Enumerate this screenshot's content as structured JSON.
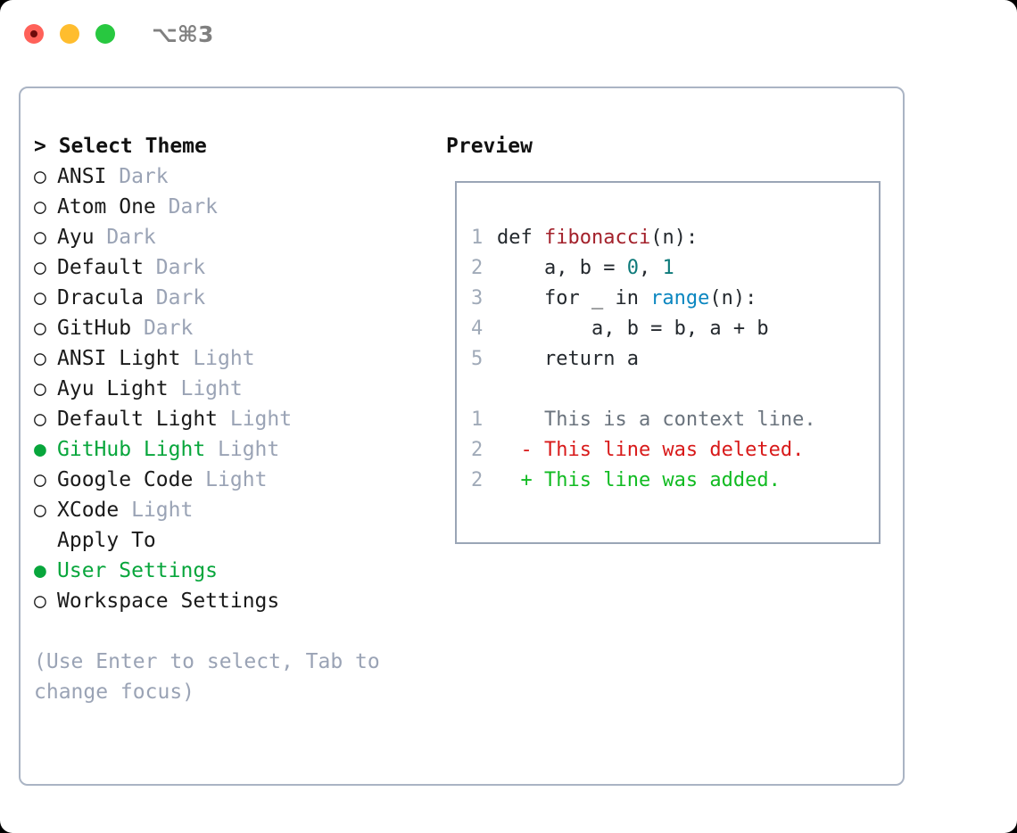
{
  "window": {
    "shortcut_label": "⌥⌘3",
    "traffic_lights": [
      {
        "name": "close",
        "color": "#ff6159"
      },
      {
        "name": "minimize",
        "color": "#ffbd2e"
      },
      {
        "name": "maximize",
        "color": "#28c840"
      }
    ]
  },
  "theme_picker": {
    "header": "> Select Theme",
    "selected_marker": "●",
    "unselected_marker": "○",
    "accent_color": "#08a63c",
    "muted_color": "#9aa3b5",
    "options": [
      {
        "marker": "○",
        "label": "ANSI",
        "suffix": "Dark",
        "selected": false
      },
      {
        "marker": "○",
        "label": "Atom One",
        "suffix": "Dark",
        "selected": false
      },
      {
        "marker": "○",
        "label": "Ayu",
        "suffix": "Dark",
        "selected": false
      },
      {
        "marker": "○",
        "label": "Default",
        "suffix": "Dark",
        "selected": false
      },
      {
        "marker": "○",
        "label": "Dracula",
        "suffix": "Dark",
        "selected": false
      },
      {
        "marker": "○",
        "label": "GitHub",
        "suffix": "Dark",
        "selected": false
      },
      {
        "marker": "○",
        "label": "ANSI Light",
        "suffix": "Light",
        "selected": false
      },
      {
        "marker": "○",
        "label": "Ayu Light",
        "suffix": "Light",
        "selected": false
      },
      {
        "marker": "○",
        "label": "Default Light",
        "suffix": "Light",
        "selected": false
      },
      {
        "marker": "●",
        "label": "GitHub Light",
        "suffix": "Light",
        "selected": true
      },
      {
        "marker": "○",
        "label": "Google Code",
        "suffix": "Light",
        "selected": false
      },
      {
        "marker": "○",
        "label": "XCode",
        "suffix": "Light",
        "selected": false
      }
    ]
  },
  "apply_to": {
    "header": "Apply To",
    "options": [
      {
        "marker": "●",
        "label": "User Settings",
        "selected": true
      },
      {
        "marker": "○",
        "label": "Workspace Settings",
        "selected": false
      }
    ]
  },
  "hint": "(Use Enter to select, Tab to change focus)",
  "preview": {
    "header": "Preview",
    "code_lines": [
      {
        "num": "1",
        "segments": [
          {
            "t": "def ",
            "c": "plain"
          },
          {
            "t": "fibonacci",
            "c": "fn"
          },
          {
            "t": "(n):",
            "c": "plain"
          }
        ]
      },
      {
        "num": "2",
        "segments": [
          {
            "t": "    a, b = ",
            "c": "plain"
          },
          {
            "t": "0",
            "c": "num"
          },
          {
            "t": ", ",
            "c": "plain"
          },
          {
            "t": "1",
            "c": "num"
          }
        ]
      },
      {
        "num": "3",
        "segments": [
          {
            "t": "    for _ in ",
            "c": "plain"
          },
          {
            "t": "range",
            "c": "call"
          },
          {
            "t": "(n):",
            "c": "plain"
          }
        ]
      },
      {
        "num": "4",
        "segments": [
          {
            "t": "        a, b = b, a + b",
            "c": "plain"
          }
        ]
      },
      {
        "num": "5",
        "segments": [
          {
            "t": "    return a",
            "c": "plain"
          }
        ]
      }
    ],
    "diff_lines": [
      {
        "num": "1",
        "sign": "  ",
        "text": "This is a context line.",
        "kind": "ctx"
      },
      {
        "num": "2",
        "sign": "- ",
        "text": "This line was deleted.",
        "kind": "del"
      },
      {
        "num": "2",
        "sign": "+ ",
        "text": "This line was added.",
        "kind": "add"
      }
    ]
  }
}
